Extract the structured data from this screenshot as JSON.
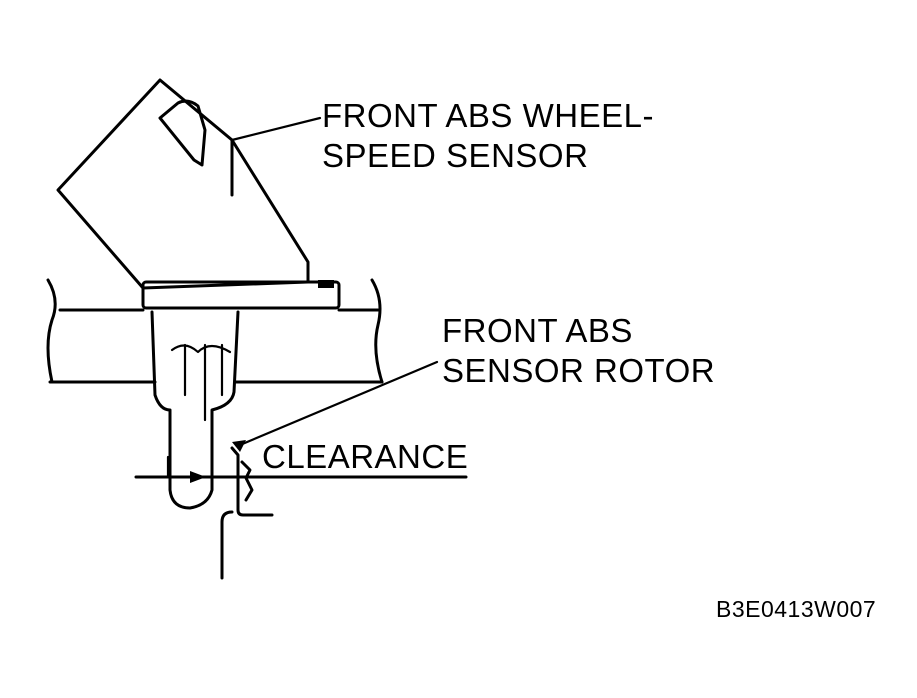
{
  "labels": {
    "sensor_line1": "FRONT ABS WHEEL-",
    "sensor_line2": "SPEED SENSOR",
    "rotor_line1": "FRONT ABS",
    "rotor_line2": "SENSOR ROTOR",
    "clearance": "CLEARANCE",
    "figure_code": "B3E0413W007"
  },
  "colors": {
    "ink": "#000000",
    "background": "#ffffff"
  }
}
